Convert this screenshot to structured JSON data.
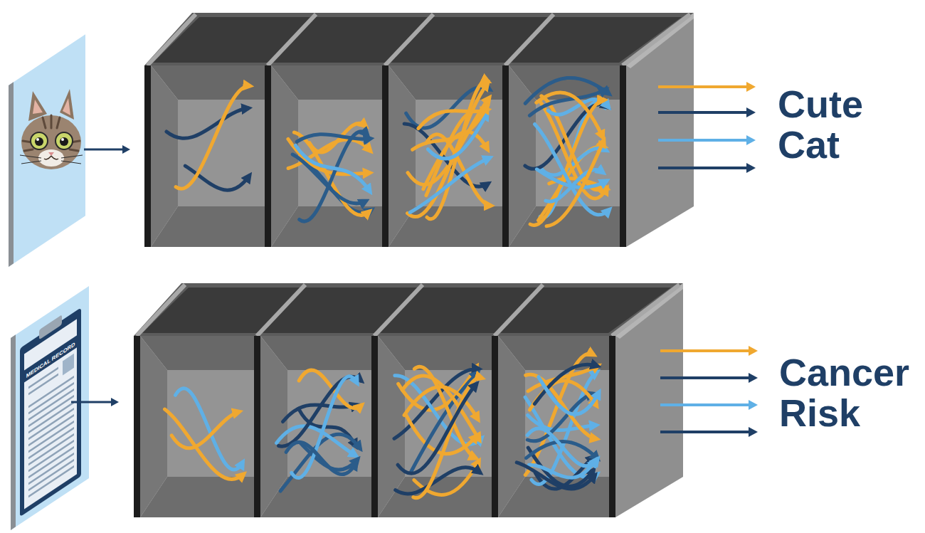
{
  "diagram": {
    "labels": [
      "Cute Cat",
      "Cancer Risk",
      "MEDICAL RECORD"
    ]
  }
}
